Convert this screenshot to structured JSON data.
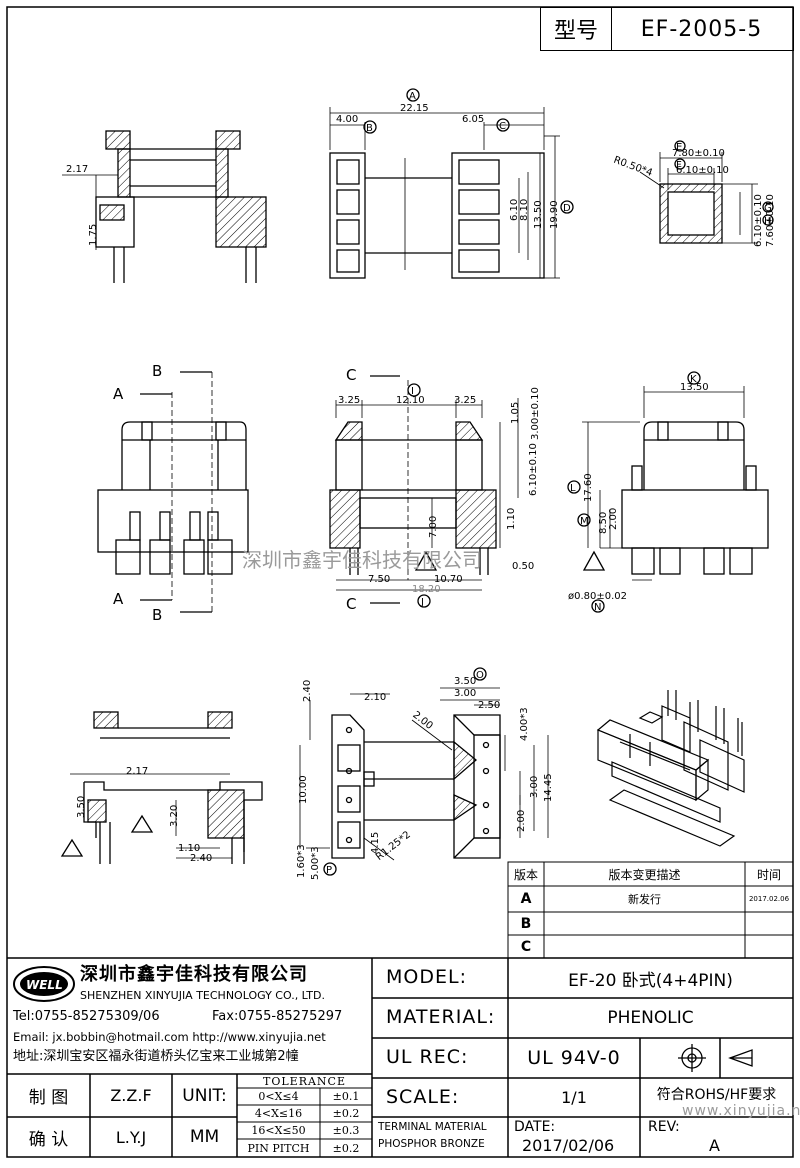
{
  "model_box": {
    "label": "型号",
    "value": "EF-2005-5"
  },
  "watermark": "深圳市鑫宇佳科技有限公司",
  "website_watermark": "www.xinyujia.net",
  "views": {
    "top": {
      "dims_left": [
        "2.17",
        "1.75"
      ],
      "dims_mid": [
        "22.15",
        "4.00",
        "6.05",
        "6.10",
        "8.10",
        "13.50",
        "19.90"
      ],
      "markers_mid": [
        "A",
        "B",
        "C",
        "D"
      ],
      "dims_right": [
        "7.80±0.10",
        "6.10±0.10",
        "R0.50*4",
        "6.10±0.10",
        "7.60±0.10"
      ],
      "markers_right": [
        "E",
        "F",
        "G",
        "H"
      ]
    },
    "mid": {
      "sections_left": [
        "B",
        "A",
        "A",
        "B"
      ],
      "sections_mid": [
        "C",
        "C"
      ],
      "dims_mid": [
        "3.25",
        "12.10",
        "3.25",
        "1.05",
        "3.00±0.10",
        "6.10±0.10",
        "7.00",
        "1.10",
        "0.50",
        "7.50",
        "10.70",
        "18.20"
      ],
      "markers_mid": [
        "I",
        "J"
      ],
      "dims_right": [
        "13.50",
        "17.60",
        "8.50",
        "2.00",
        "ø0.80±0.02"
      ],
      "markers_right": [
        "K",
        "L",
        "M",
        "N"
      ]
    },
    "bottom": {
      "dims_left": [
        "2.17",
        "3.50",
        "3.20",
        "1.10",
        "2.40"
      ],
      "dims_mid": [
        "2.40",
        "2.10",
        "3.50",
        "3.00",
        "2.50",
        "2.00",
        "4.00*3",
        "10.00",
        "3.00",
        "14.45",
        "2.00",
        "1.60*3",
        "5.00*3",
        "4.15",
        "R1.25*2"
      ],
      "markers_mid": [
        "O",
        "P"
      ]
    }
  },
  "revision_table": {
    "headers": [
      "版本",
      "版本变更描述",
      "时间"
    ],
    "rows": [
      {
        "ver": "A",
        "desc": "新发行",
        "date": "2017.02.06"
      },
      {
        "ver": "B",
        "desc": "",
        "date": ""
      },
      {
        "ver": "C",
        "desc": "",
        "date": ""
      }
    ]
  },
  "company": {
    "logo_text": "WELL",
    "name_cn": "深圳市鑫宇佳科技有限公司",
    "name_en": "SHENZHEN XINYUJIA TECHNOLOGY CO., LTD.",
    "tel": "Tel:0755-85275309/06",
    "fax": "Fax:0755-85275297",
    "email": "Email: jx.bobbin@hotmail.com http://www.xinyujia.net",
    "address": "地址:深圳宝安区福永街道桥头亿宝来工业城第2幢"
  },
  "title_block": {
    "model_label": "MODEL:",
    "model_value": "EF-20 卧式(4+4PIN)",
    "material_label": "MATERIAL:",
    "material_value": "PHENOLIC",
    "ulrec_label": "UL REC:",
    "ulrec_value": "UL 94V-0",
    "scale_label": "SCALE:",
    "scale_value": "1/1",
    "rohs": "符合ROHS/HF要求",
    "terminal_label": "TERMINAL MATERIAL",
    "terminal_value": "PHOSPHOR BRONZE",
    "date_label": "DATE:",
    "date_value": "2017/02/06",
    "rev_label": "REV:",
    "rev_value": "A"
  },
  "drawing_block": {
    "draw_label": "制 图",
    "draw_value": "Z.Z.F",
    "check_label": "确 认",
    "check_value": "L.Y.J",
    "unit_label": "UNIT:",
    "unit_value": "MM",
    "tolerance_title": "TOLERANCE",
    "tolerance_rows": [
      {
        "range": "0<X≤4",
        "tol": "±0.1"
      },
      {
        "range": "4<X≤16",
        "tol": "±0.2"
      },
      {
        "range": "16<X≤50",
        "tol": "±0.3"
      },
      {
        "range": "PIN PITCH",
        "tol": "±0.2"
      }
    ]
  }
}
